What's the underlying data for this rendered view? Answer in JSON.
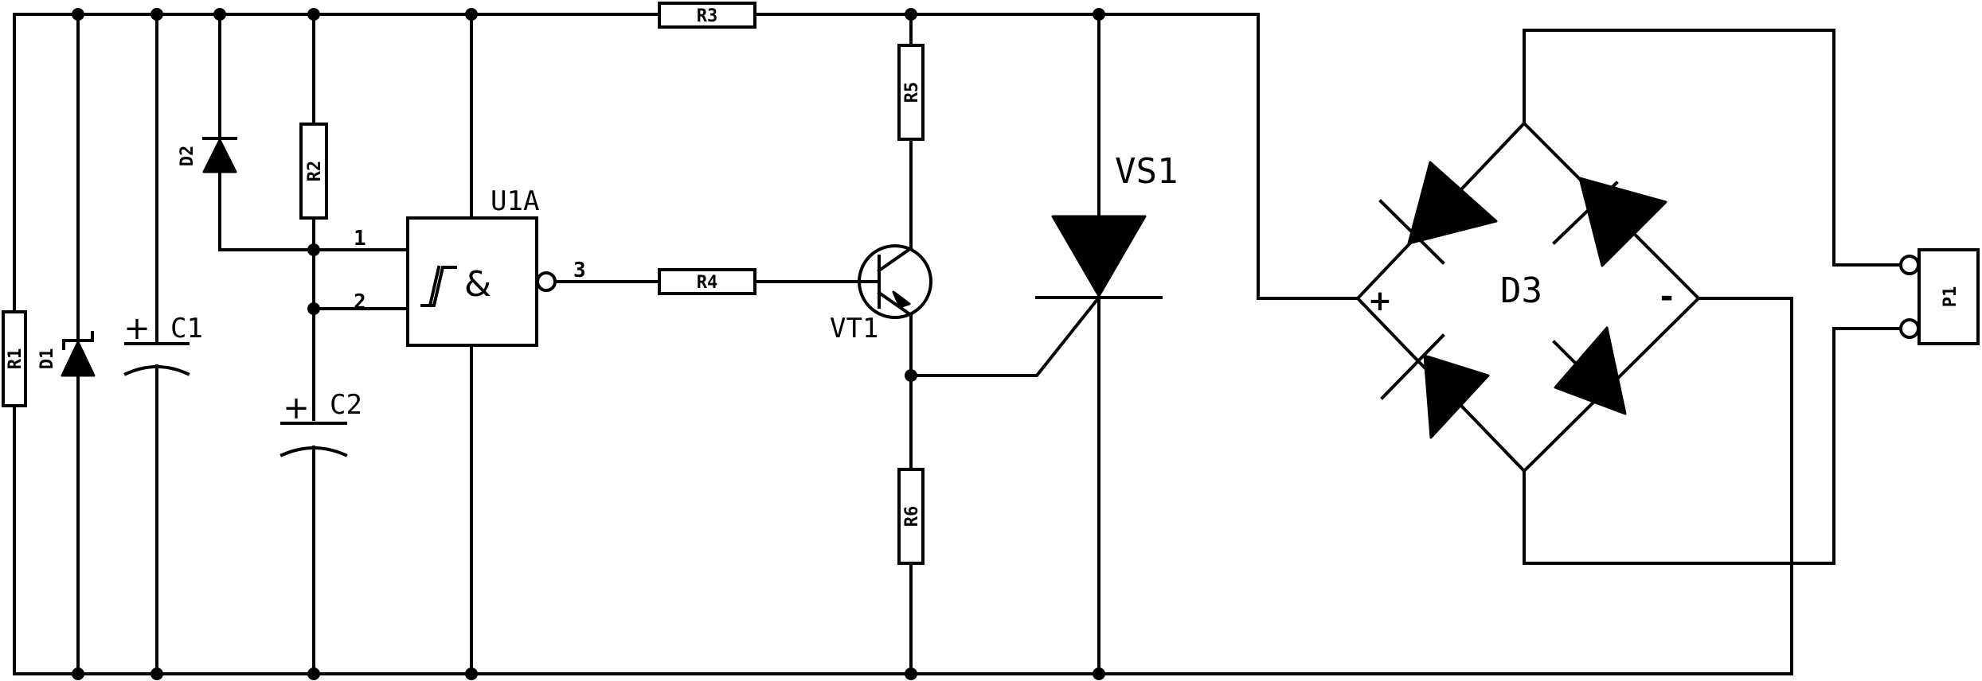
{
  "components": {
    "r1": "R1",
    "d1": "D1",
    "c1": "C1",
    "d2": "D2",
    "r2": "R2",
    "c2": "C2",
    "u1a": "U1A",
    "u1a_symbol": "&",
    "pin1": "1",
    "pin2": "2",
    "pin3": "3",
    "r3": "R3",
    "r4": "R4",
    "r5": "R5",
    "r6": "R6",
    "vt1": "VT1",
    "vs1": "VS1",
    "d3": "D3",
    "d3_plus": "+",
    "d3_minus": "-",
    "p1": "P1",
    "c1_plus": "+",
    "c2_plus": "+"
  }
}
